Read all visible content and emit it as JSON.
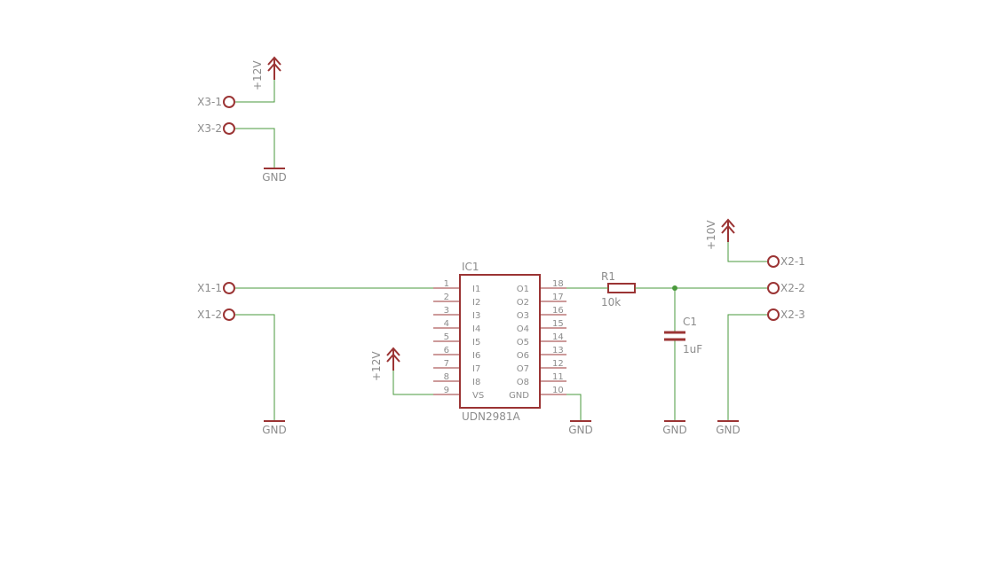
{
  "colors": {
    "wire": "#4a9a3c",
    "symbol": "#9b3434",
    "label": "#8c8c8c",
    "junction": "#4a9a3c"
  },
  "connectors": {
    "x3_1": "X3-1",
    "x3_2": "X3-2",
    "x1_1": "X1-1",
    "x1_2": "X1-2",
    "x2_1": "X2-1",
    "x2_2": "X2-2",
    "x2_3": "X2-3"
  },
  "supplies": {
    "p12v_top": "+12V",
    "p12v_ic": "+12V",
    "p10v": "+10V"
  },
  "grounds": {
    "g_x3": "GND",
    "g_x1": "GND",
    "g_ic": "GND",
    "g_c1": "GND",
    "g_x2": "GND"
  },
  "ic1": {
    "ref": "IC1",
    "value": "UDN2981A",
    "left_pins": [
      {
        "num": "1",
        "name": "I1"
      },
      {
        "num": "2",
        "name": "I2"
      },
      {
        "num": "3",
        "name": "I3"
      },
      {
        "num": "4",
        "name": "I4"
      },
      {
        "num": "5",
        "name": "I5"
      },
      {
        "num": "6",
        "name": "I6"
      },
      {
        "num": "7",
        "name": "I7"
      },
      {
        "num": "8",
        "name": "I8"
      },
      {
        "num": "9",
        "name": "VS"
      }
    ],
    "right_pins": [
      {
        "num": "18",
        "name": "O1"
      },
      {
        "num": "17",
        "name": "O2"
      },
      {
        "num": "16",
        "name": "O3"
      },
      {
        "num": "15",
        "name": "O4"
      },
      {
        "num": "14",
        "name": "O5"
      },
      {
        "num": "13",
        "name": "O6"
      },
      {
        "num": "12",
        "name": "O7"
      },
      {
        "num": "11",
        "name": "O8"
      },
      {
        "num": "10",
        "name": "GND"
      }
    ]
  },
  "r1": {
    "ref": "R1",
    "value": "10k"
  },
  "c1": {
    "ref": "C1",
    "value": "1uF"
  }
}
